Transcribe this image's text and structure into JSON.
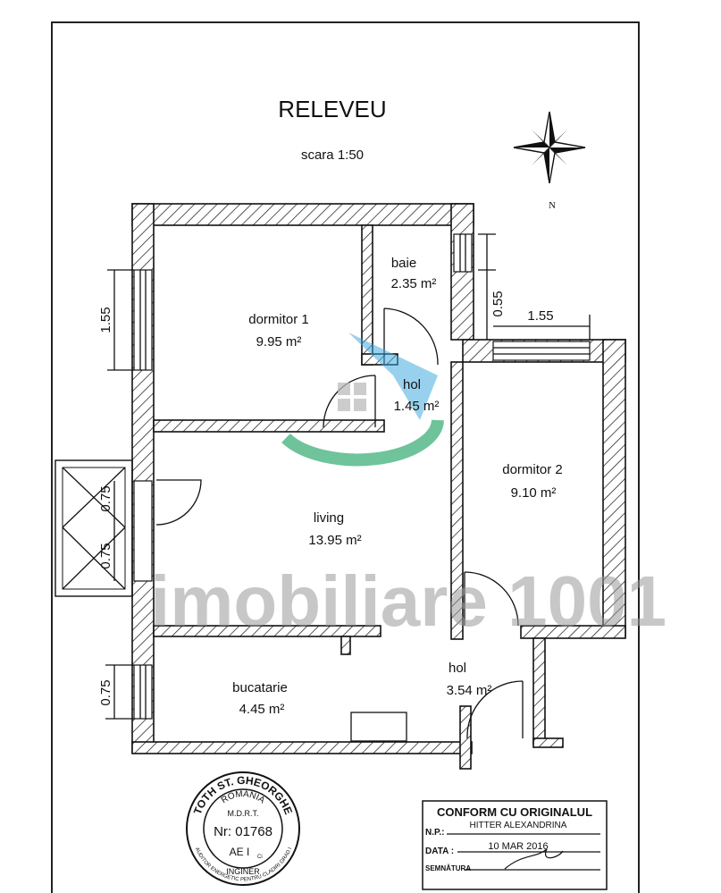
{
  "header": {
    "title": "RELEVEU",
    "scale": "scara 1:50",
    "compass_label": "N"
  },
  "rooms": [
    {
      "name": "dormitor 1",
      "area": "9.95 m²"
    },
    {
      "name": "baie",
      "area": "2.35 m²"
    },
    {
      "name": "hol",
      "area": "1.45 m²"
    },
    {
      "name": "dormitor 2",
      "area": "9.10 m²"
    },
    {
      "name": "living",
      "area": "13.95 m²"
    },
    {
      "name": "bucatarie",
      "area": "4.45 m²"
    },
    {
      "name": "hol",
      "area": "3.54 m²"
    }
  ],
  "dimensions": {
    "dormitor1_window": "1.55",
    "baie_window": "0.55",
    "dormitor2_window": "1.55",
    "balcony_upper": "0.75",
    "balcony_lower": "0.75",
    "bucatarie_window": "0.75"
  },
  "watermark": {
    "text": "imobiliare 1001",
    "colors": {
      "blue": "#3aa7dd",
      "green": "#3fb07a"
    }
  },
  "stamp": {
    "outer_top": "TOTH ST. GHEORGHE",
    "inner_top": "ROMANIA",
    "org": "M.D.R.T.",
    "number": "Nr: 01768",
    "grade": "AE I",
    "grade_sub": "Ci",
    "bottom": "INGINER",
    "outer_bottom": "AUDITOR ENERGETIC PENTRU CLADIRI GRAD I"
  },
  "certification": {
    "heading": "CONFORM CU ORIGINALUL",
    "name": "HITTER ALEXANDRINA",
    "np_label": "N.P.:",
    "date_label": "DATA :",
    "date_value": "10 MAR 2016",
    "signature_label": "SEMNĂTURA"
  }
}
